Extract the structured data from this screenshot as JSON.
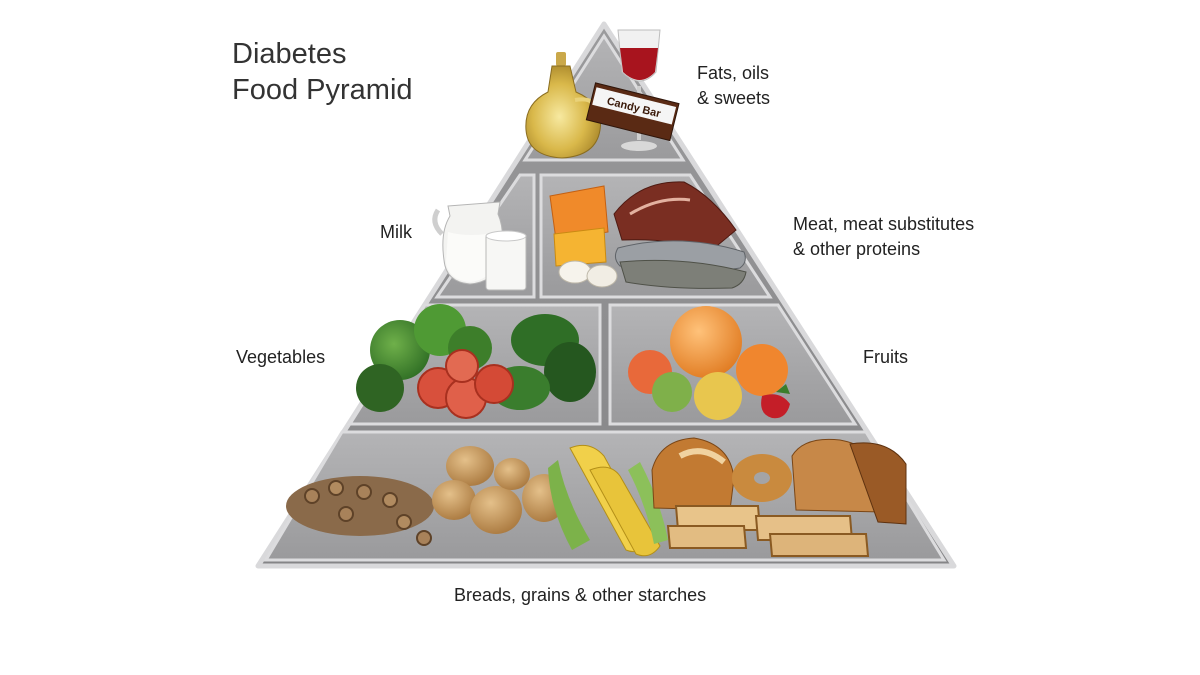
{
  "title": {
    "line1": "Diabetes",
    "line2": "Food Pyramid"
  },
  "tiers": {
    "fats": {
      "line1": "Fats, oils",
      "line2": "& sweets"
    },
    "milk": {
      "label": "Milk"
    },
    "meat": {
      "line1": "Meat, meat substitutes",
      "line2": "& other proteins"
    },
    "vegetables": {
      "label": "Vegetables"
    },
    "fruits": {
      "label": "Fruits"
    },
    "breads": {
      "label": "Breads, grains & other starches"
    }
  },
  "candy_bar": {
    "text": "Candy Bar"
  },
  "colors": {
    "pyramid_gray": "#8e8e90",
    "pyramid_edge": "#d7d7d9",
    "cell_gray": "#a4a4a6",
    "background": "#ffffff"
  }
}
